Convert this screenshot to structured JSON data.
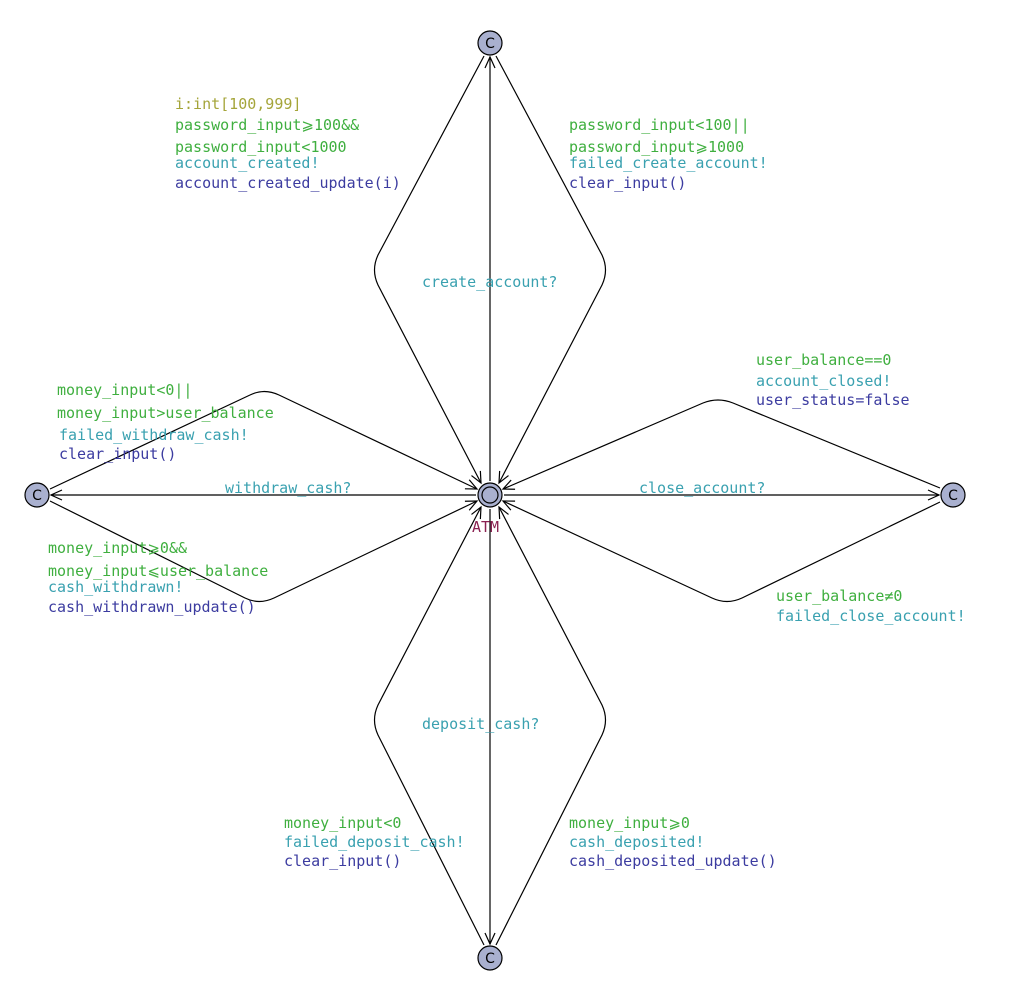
{
  "colors": {
    "select": "#a5a53a",
    "guard": "#3faf3f",
    "sync": "#3aa1b0",
    "update": "#3c3ca0",
    "location_name": "#8b2252",
    "location_fill": "#a9b0cf"
  },
  "locations": {
    "atm": {
      "name": "ATM"
    },
    "committed_symbol": "C"
  },
  "edges": {
    "create_account": {
      "sync": "create_account?",
      "success": {
        "select": "i:int[100,999]",
        "guard_1": "password_input⩾100&&",
        "guard_2": "password_input<1000",
        "sync": "account_created!",
        "update": "account_created_update(i)"
      },
      "failure": {
        "guard_1": "password_input<100||",
        "guard_2": "password_input⩾1000",
        "sync": "failed_create_account!",
        "update": "clear_input()"
      }
    },
    "close_account": {
      "sync": "close_account?",
      "success": {
        "guard": "user_balance==0",
        "sync": "account_closed!",
        "update": "user_status=false"
      },
      "failure": {
        "guard": "user_balance≠0",
        "sync": "failed_close_account!"
      }
    },
    "withdraw_cash": {
      "sync": "withdraw_cash?",
      "failure": {
        "guard_1": "money_input<0||",
        "guard_2": "money_input>user_balance",
        "sync": "failed_withdraw_cash!",
        "update": "clear_input()"
      },
      "success": {
        "guard_1": "money_input⩾0&&",
        "guard_2": "money_input⩽user_balance",
        "sync": "cash_withdrawn!",
        "update": "cash_withdrawn_update()"
      }
    },
    "deposit_cash": {
      "sync": "deposit_cash?",
      "failure": {
        "guard": "money_input<0",
        "sync": "failed_deposit_cash!",
        "update": "clear_input()"
      },
      "success": {
        "guard": "money_input⩾0",
        "sync": "cash_deposited!",
        "update": "cash_deposited_update()"
      }
    }
  }
}
